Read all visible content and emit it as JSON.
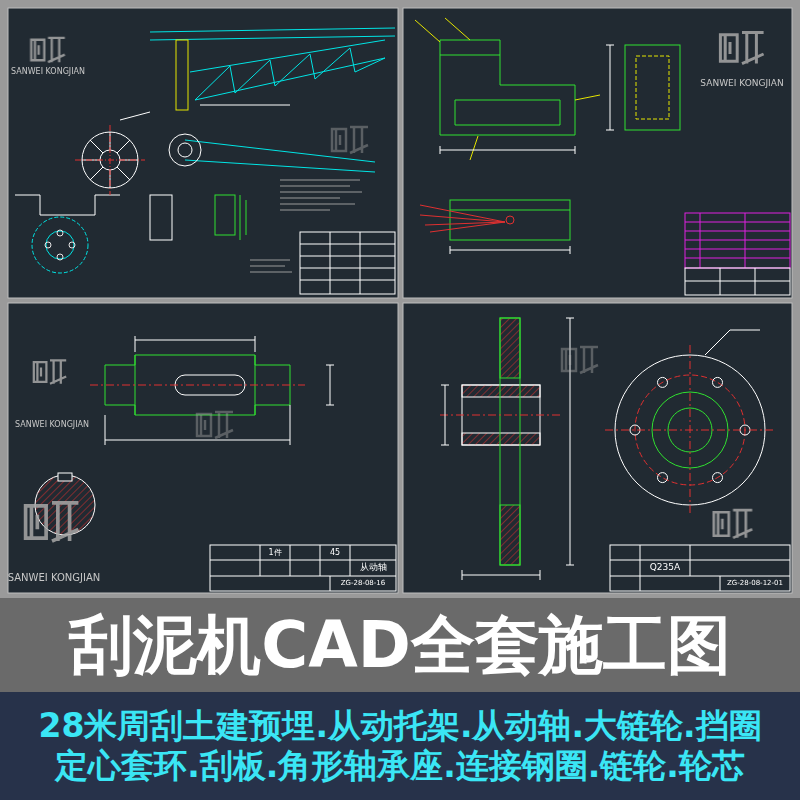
{
  "diagram": {
    "nodes": [
      {
        "text": [
          "刮泥机CAD全套施工图"
        ]
      },
      {
        "text": [
          "28米周刮土建预埋.从动托架.从动轴.大链轮.挡圈",
          "定心套环.刮板.角形轴承座.连接钢圈.链轮.轮芯"
        ]
      }
    ],
    "labels": [
      "SANWEI KONGJIAN",
      "SANWEI KONGJIAN",
      "SANWEI KONGJIAN",
      "SANWEI KONGJIAN",
      "1件",
      "45",
      "从动轴",
      "ZG-28-08-16",
      "Q235A",
      "ZG-28-08-12-01"
    ]
  }
}
